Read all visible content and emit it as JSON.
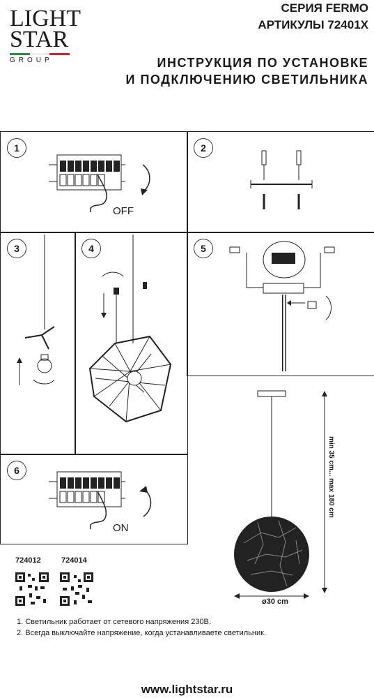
{
  "logo": {
    "line1": "LIGHT",
    "line2": "STAR",
    "group": "GROUP",
    "flag_colors": [
      "#2e8b3d",
      "#ffffff",
      "#d32027"
    ]
  },
  "header": {
    "series": "СЕРИЯ FERMO",
    "articles": "АРТИКУЛЫ 72401X",
    "title_line1": "ИНСТРУКЦИЯ ПО УСТАНОВКЕ",
    "title_line2": "И ПОДКЛЮЧЕНИЮ СВЕТИЛЬНИКА"
  },
  "steps": [
    "1",
    "2",
    "3",
    "4",
    "5",
    "6"
  ],
  "step1": {
    "label": "OFF"
  },
  "step6": {
    "label": "ON"
  },
  "dimensions": {
    "height": "min 35 cm... max 180 cm",
    "diameter": "ø30 cm"
  },
  "articles": [
    "724012",
    "724014"
  ],
  "notes": [
    "1. Светильник работает от сетевого напряжения 230В.",
    "2. Всегда выключайте напряжение, когда устанавливаете светильник."
  ],
  "footer": {
    "url": "www.lightstar.ru"
  }
}
